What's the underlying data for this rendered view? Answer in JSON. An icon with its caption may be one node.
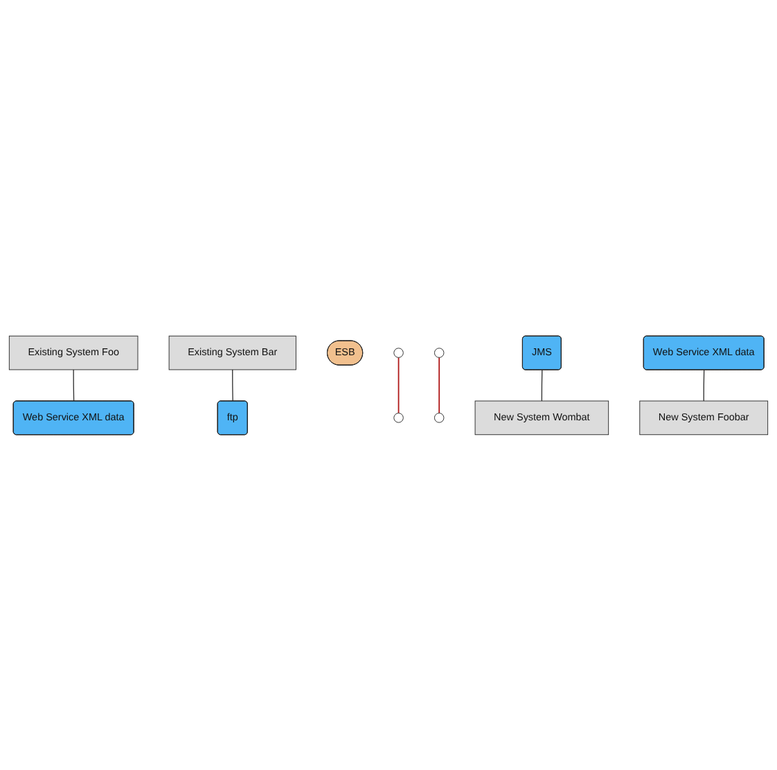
{
  "diagram": {
    "nodes": [
      {
        "text": [
          "Existing System Foo"
        ]
      },
      {
        "text": [
          "Existing System Bar"
        ]
      },
      {
        "text": [
          "Web Service XML data"
        ]
      },
      {
        "text": [
          "ftp"
        ]
      },
      {
        "text": [
          "ESB"
        ]
      },
      {
        "text": [],
        "shape": "circle"
      },
      {
        "text": [],
        "shape": "circle"
      },
      {
        "text": [],
        "shape": "circle"
      },
      {
        "text": [],
        "shape": "circle"
      },
      {
        "text": [
          "JMS"
        ]
      },
      {
        "text": [
          "Web Service XML data"
        ]
      },
      {
        "text": [
          "New System Wombat"
        ]
      },
      {
        "text": [
          "New System Foobar"
        ]
      }
    ],
    "edges": [
      {
        "from": 0,
        "to": 2,
        "arrow": "none"
      },
      {
        "from": 1,
        "to": 3,
        "arrow": "none"
      },
      {
        "from": 5,
        "to": 8,
        "arrow": "none",
        "color": "#b01818"
      },
      {
        "from": 7,
        "to": 6,
        "arrow": "none",
        "color": "#b01818"
      },
      {
        "from": 9,
        "to": 11,
        "arrow": "none"
      },
      {
        "from": 10,
        "to": 12,
        "arrow": "none"
      }
    ]
  }
}
